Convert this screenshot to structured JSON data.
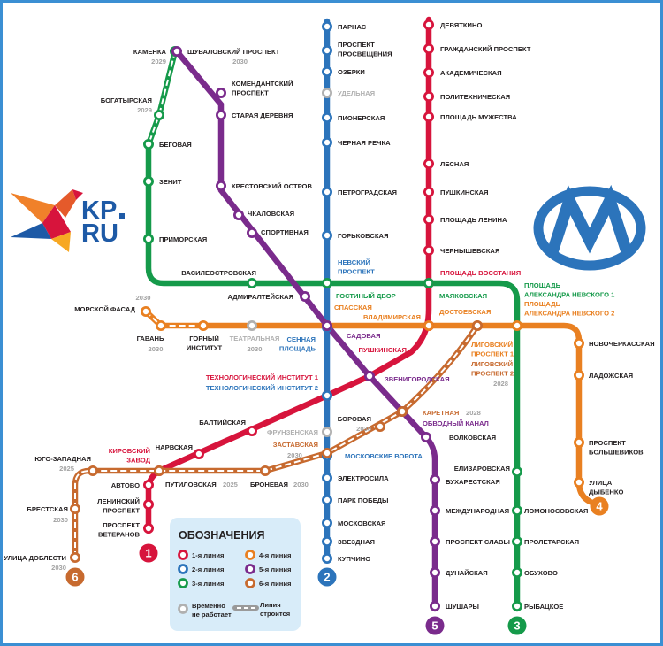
{
  "logos": {
    "kp_top": "KP",
    "kp_bottom": "RU"
  },
  "legend": {
    "title": "ОБОЗНАЧЕНИЯ",
    "closed": [
      "Временно",
      "не работает"
    ],
    "building": [
      "Линия",
      "строится"
    ]
  },
  "colors": {
    "gray": "#b0b0b0",
    "text": "#231f20",
    "legend_bg": "#d8ecf9",
    "frame": "#3b8fd3"
  },
  "lines": [
    {
      "badge": "1",
      "legend": "1-я линия",
      "color": "#d7143c",
      "stations": [
        {
          "name": [
            "ДЕВЯТКИНО"
          ]
        },
        {
          "name": [
            "ГРАЖДАНСКИЙ ПРОСПЕКТ"
          ]
        },
        {
          "name": [
            "АКАДЕМИЧЕСКАЯ"
          ]
        },
        {
          "name": [
            "ПОЛИТЕХНИЧЕСКАЯ"
          ]
        },
        {
          "name": [
            "ПЛОЩАДЬ МУЖЕСТВА"
          ]
        },
        {
          "name": [
            "ЛЕСНАЯ"
          ]
        },
        {
          "name": [
            "ПУШКИНСКАЯ"
          ]
        },
        {
          "name": [
            "ПЛОЩАДЬ ЛЕНИНА"
          ]
        },
        {
          "name": [
            "ЧЕРНЫШЕВСКАЯ"
          ]
        },
        {
          "name": [
            "ПЛОЩАДЬ ВОССТАНИЯ"
          ]
        },
        {
          "name": [
            "ВЛАДИМИРСКАЯ"
          ]
        },
        {
          "name": [
            "ПУШКИНСКАЯ"
          ]
        },
        {
          "name": [
            "ТЕХНОЛОГИЧЕСКИЙ ИНСТИТУТ 1"
          ]
        },
        {
          "name": [
            "БАЛТИЙСКАЯ"
          ]
        },
        {
          "name": [
            "НАРВСКАЯ"
          ]
        },
        {
          "name": [
            "КИРОВСКИЙ",
            "ЗАВОД"
          ]
        },
        {
          "name": [
            "АВТОВО"
          ]
        },
        {
          "name": [
            "ЛЕНИНСКИЙ",
            "ПРОСПЕКТ"
          ]
        },
        {
          "name": [
            "ПРОСПЕКТ",
            "ВЕТЕРАНОВ"
          ]
        }
      ]
    },
    {
      "badge": "2",
      "legend": "2-я линия",
      "color": "#2c74bb",
      "stations": [
        {
          "name": [
            "ПАРНАС"
          ]
        },
        {
          "name": [
            "ПРОСПЕКТ",
            "ПРОСВЕЩЕНИЯ"
          ]
        },
        {
          "name": [
            "ОЗЕРКИ"
          ]
        },
        {
          "name": [
            "УДЕЛЬНАЯ"
          ],
          "status": "closed"
        },
        {
          "name": [
            "ПИОНЕРСКАЯ"
          ]
        },
        {
          "name": [
            "ЧЕРНАЯ РЕЧКА"
          ]
        },
        {
          "name": [
            "ПЕТРОГРАДСКАЯ"
          ]
        },
        {
          "name": [
            "ГОРЬКОВСКАЯ"
          ]
        },
        {
          "name": [
            "НЕВСКИЙ",
            "ПРОСПЕКТ"
          ]
        },
        {
          "name": [
            "СЕННАЯ",
            "ПЛОЩАДЬ"
          ]
        },
        {
          "name": [
            "ТЕХНОЛОГИЧЕСКИЙ ИНСТИТУТ 2"
          ]
        },
        {
          "name": [
            "ФРУНЗЕНСКАЯ"
          ],
          "status": "closed"
        },
        {
          "name": [
            "МОСКОВСКИЕ ВОРОТА"
          ]
        },
        {
          "name": [
            "ЭЛЕКТРОСИЛА"
          ]
        },
        {
          "name": [
            "ПАРК ПОБЕДЫ"
          ]
        },
        {
          "name": [
            "МОСКОВСКАЯ"
          ]
        },
        {
          "name": [
            "ЗВЕЗДНАЯ"
          ]
        },
        {
          "name": [
            "КУПЧИНО"
          ]
        }
      ]
    },
    {
      "badge": "3",
      "legend": "3-я линия",
      "color": "#159a4a",
      "stations": [
        {
          "name": [
            "КАМЕНКА"
          ],
          "year": "2029"
        },
        {
          "name": [
            "БОГАТЫРСКАЯ"
          ],
          "year": "2029"
        },
        {
          "name": [
            "БЕГОВАЯ"
          ]
        },
        {
          "name": [
            "ЗЕНИТ"
          ]
        },
        {
          "name": [
            "ПРИМОРСКАЯ"
          ]
        },
        {
          "name": [
            "ВАСИЛЕОСТРОВСКАЯ"
          ]
        },
        {
          "name": [
            "ГОСТИНЫЙ ДВОР"
          ]
        },
        {
          "name": [
            "МАЯКОВСКАЯ"
          ]
        },
        {
          "name": [
            "ПЛОЩАДЬ",
            "АЛЕКСАНДРА НЕВСКОГО 1"
          ]
        },
        {
          "name": [
            "ЕЛИЗАРОВСКАЯ"
          ]
        },
        {
          "name": [
            "ЛОМОНОСОВСКАЯ"
          ]
        },
        {
          "name": [
            "ПРОЛЕТАРСКАЯ"
          ]
        },
        {
          "name": [
            "ОБУХОВО"
          ]
        },
        {
          "name": [
            "РЫБАЦКОЕ"
          ]
        }
      ]
    },
    {
      "badge": "4",
      "legend": "4-я линия",
      "color": "#e98021",
      "stations": [
        {
          "name": [
            "МОРСКОЙ ФАСАД"
          ],
          "year": "2030"
        },
        {
          "name": [
            "ГАВАНЬ"
          ],
          "year": "2030"
        },
        {
          "name": [
            "ГОРНЫЙ",
            "ИНСТИТУТ"
          ]
        },
        {
          "name": [
            "ТЕАТРАЛЬНАЯ"
          ],
          "year": "2030",
          "status": "closed"
        },
        {
          "name": [
            "СПАССКАЯ"
          ]
        },
        {
          "name": [
            "ДОСТОЕВСКАЯ"
          ]
        },
        {
          "name": [
            "ЛИГОВСКИЙ",
            "ПРОСПЕКТ 1"
          ]
        },
        {
          "name": [
            "ПЛОЩАДЬ",
            "АЛЕКСАНДРА НЕВСКОГО 2"
          ]
        },
        {
          "name": [
            "НОВОЧЕРКАССКАЯ"
          ]
        },
        {
          "name": [
            "ЛАДОЖСКАЯ"
          ]
        },
        {
          "name": [
            "ПРОСПЕКТ",
            "БОЛЬШЕВИКОВ"
          ]
        },
        {
          "name": [
            "УЛИЦА",
            "ДЫБЕНКО"
          ]
        }
      ]
    },
    {
      "badge": "5",
      "legend": "5-я линия",
      "color": "#7a2b8c",
      "stations": [
        {
          "name": [
            "ШУВАЛОВСКИЙ ПРОСПЕКТ"
          ],
          "year": "2030"
        },
        {
          "name": [
            "КОМЕНДАНТСКИЙ",
            "ПРОСПЕКТ"
          ]
        },
        {
          "name": [
            "СТАРАЯ ДЕРЕВНЯ"
          ]
        },
        {
          "name": [
            "КРЕСТОВСКИЙ ОСТРОВ"
          ]
        },
        {
          "name": [
            "ЧКАЛОВСКАЯ"
          ]
        },
        {
          "name": [
            "СПОРТИВНАЯ"
          ]
        },
        {
          "name": [
            "АДМИРАЛТЕЙСКАЯ"
          ]
        },
        {
          "name": [
            "САДОВАЯ"
          ]
        },
        {
          "name": [
            "ЗВЕНИГОРОДСКАЯ"
          ]
        },
        {
          "name": [
            "ОБВОДНЫЙ КАНАЛ"
          ]
        },
        {
          "name": [
            "ВОЛКОВСКАЯ"
          ]
        },
        {
          "name": [
            "БУХАРЕСТСКАЯ"
          ]
        },
        {
          "name": [
            "МЕЖДУНАРОДНАЯ"
          ]
        },
        {
          "name": [
            "ПРОСПЕКТ СЛАВЫ"
          ]
        },
        {
          "name": [
            "ДУНАЙСКАЯ"
          ]
        },
        {
          "name": [
            "ШУШАРЫ"
          ]
        }
      ]
    },
    {
      "badge": "6",
      "legend": "6-я линия",
      "color": "#c76a2f",
      "stations": [
        {
          "name": [
            "УЛИЦА ДОБЛЕСТИ"
          ],
          "year": "2030"
        },
        {
          "name": [
            "БРЕСТСКАЯ"
          ],
          "year": "2030"
        },
        {
          "name": [
            "ЮГО-ЗАПАДНАЯ"
          ],
          "year": "2025"
        },
        {
          "name": [
            "ПУТИЛОВСКАЯ"
          ],
          "year": "2025"
        },
        {
          "name": [
            "БРОНЕВАЯ"
          ],
          "year": "2030"
        },
        {
          "name": [
            "ЗАСТАВСКАЯ"
          ],
          "year": "2030"
        },
        {
          "name": [
            "БОРОВАЯ"
          ],
          "year": "2030"
        },
        {
          "name": [
            "КАРЕТНАЯ"
          ],
          "year": "2028"
        },
        {
          "name": [
            "ЛИГОВСКИЙ",
            "ПРОСПЕКТ 2"
          ],
          "year": "2028"
        }
      ]
    }
  ]
}
